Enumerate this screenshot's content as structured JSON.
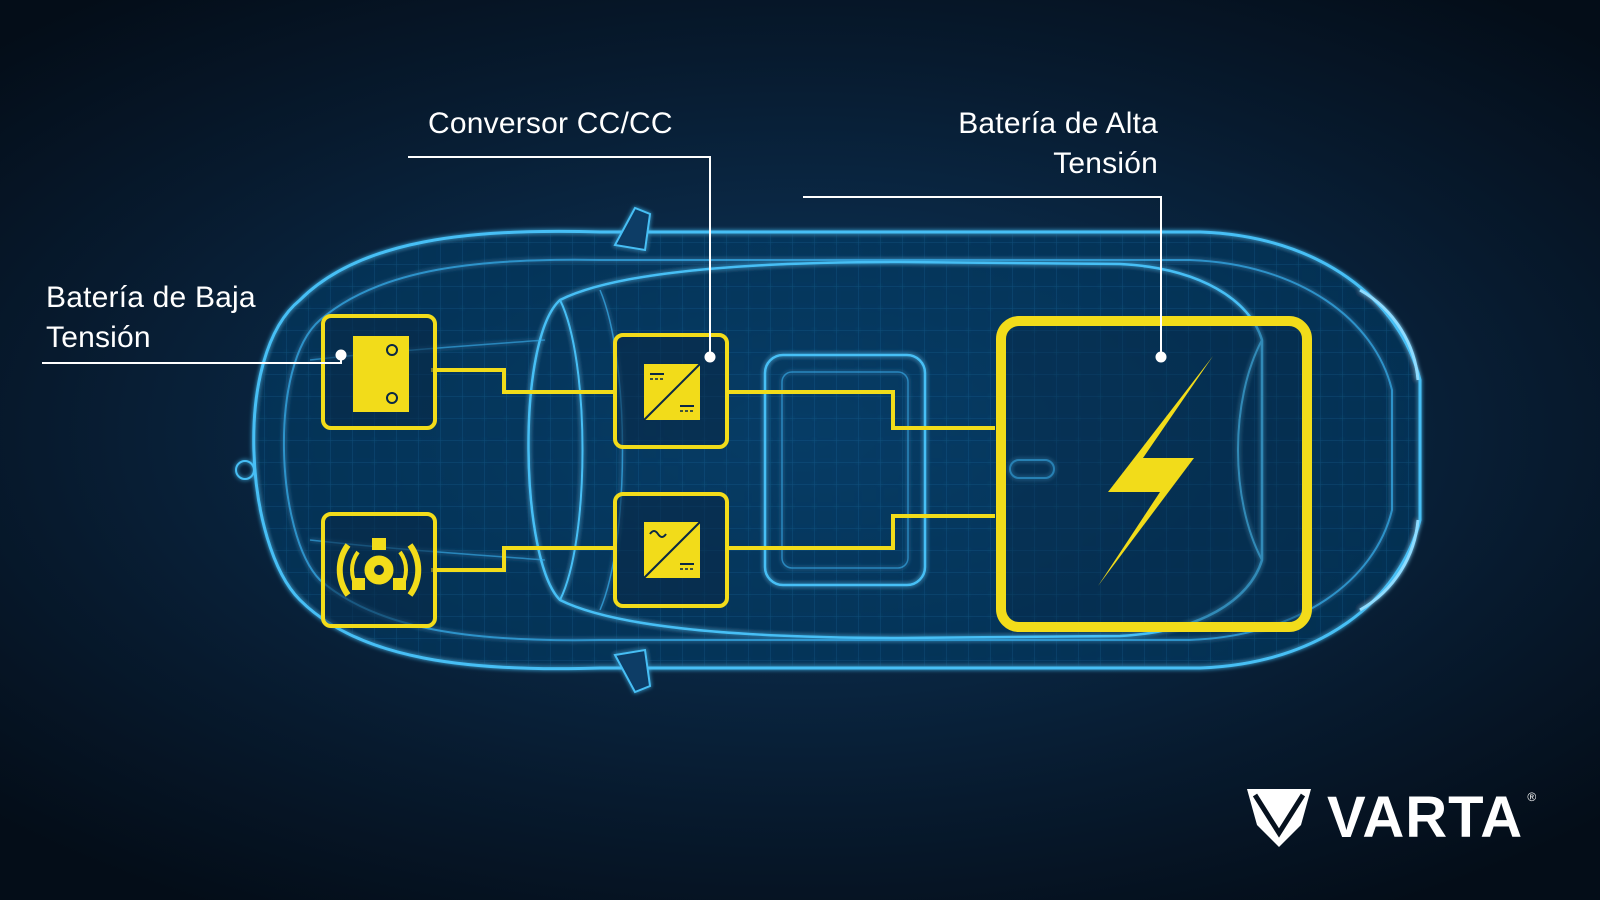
{
  "labels": {
    "low_voltage_battery": [
      "Batería de Baja",
      "Tensión"
    ],
    "dc_dc_converter": "Conversor CC/CC",
    "high_voltage_battery": [
      "Batería de Alta",
      "Tensión"
    ]
  },
  "brand": {
    "name": "VARTA",
    "registered_mark": "®"
  },
  "colors": {
    "accent_yellow": "#f2dc1a",
    "wireframe_blue": "#39b0ee",
    "leader_line_white": "#ffffff",
    "background_navy": "#071a2e"
  },
  "icons": {
    "low_voltage_battery": "battery-icon",
    "dc_dc_converter": "dc-dc-converter-icon",
    "inverter": "inverter-icon",
    "electric_motor": "electric-motor-icon",
    "high_voltage_battery": "lightning-bolt-icon",
    "logo": "varta-shield-logo"
  }
}
